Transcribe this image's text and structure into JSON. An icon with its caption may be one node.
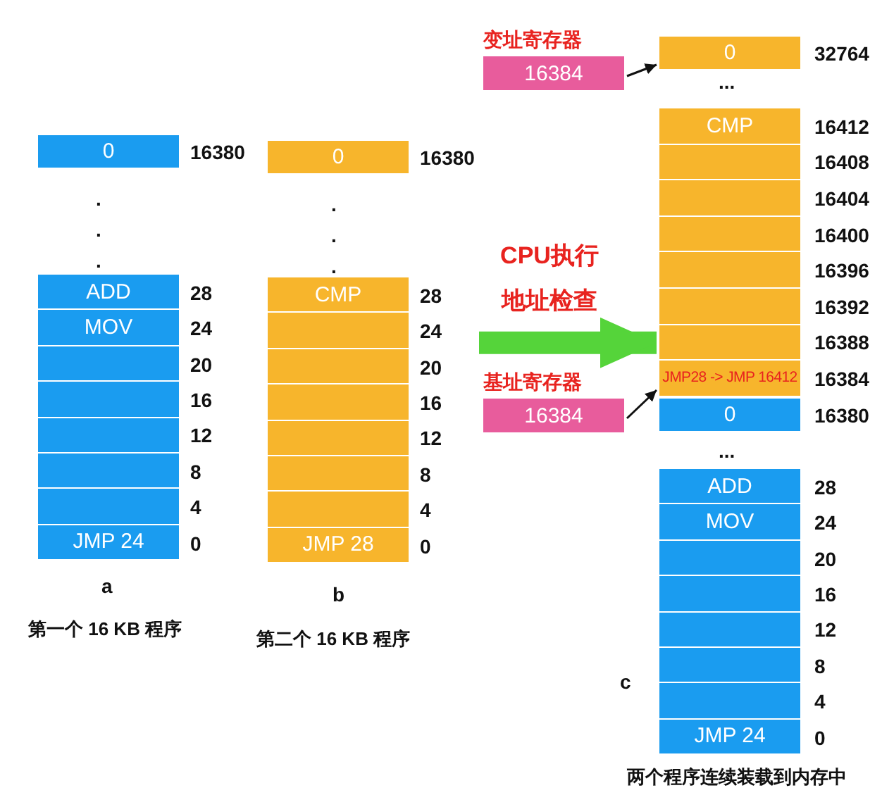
{
  "diagram": {
    "nodes": [
      {
        "text": [
          "0"
        ],
        "beside": [
          "16380"
        ]
      },
      {
        "text": [
          "ADD"
        ],
        "beside": [
          "28"
        ]
      },
      {
        "text": [
          "MOV"
        ],
        "beside": [
          "24"
        ]
      },
      {
        "text": [],
        "shape": "box",
        "beside": [
          "20"
        ]
      },
      {
        "text": [],
        "shape": "box",
        "beside": [
          "16"
        ]
      },
      {
        "text": [],
        "shape": "box",
        "beside": [
          "12"
        ]
      },
      {
        "text": [],
        "shape": "box",
        "beside": [
          "8"
        ]
      },
      {
        "text": [],
        "shape": "box",
        "beside": [
          "4"
        ]
      },
      {
        "text": [
          "JMP 24"
        ],
        "beside": [
          "0"
        ]
      },
      {
        "text": [
          "0"
        ],
        "beside": [
          "16380"
        ]
      },
      {
        "text": [
          "CMP"
        ],
        "beside": [
          "28"
        ]
      },
      {
        "text": [],
        "shape": "box",
        "beside": [
          "24"
        ]
      },
      {
        "text": [],
        "shape": "box",
        "beside": [
          "20"
        ]
      },
      {
        "text": [],
        "shape": "box",
        "beside": [
          "16"
        ]
      },
      {
        "text": [],
        "shape": "box",
        "beside": [
          "12"
        ]
      },
      {
        "text": [],
        "shape": "box",
        "beside": [
          "8"
        ]
      },
      {
        "text": [],
        "shape": "box",
        "beside": [
          "4"
        ]
      },
      {
        "text": [
          "JMP 28"
        ],
        "beside": [
          "0"
        ]
      },
      {
        "text": [
          "变址寄存器",
          "16384"
        ]
      },
      {
        "text": [
          "0"
        ],
        "beside": [
          "32764"
        ]
      },
      {
        "text": [
          "CMP"
        ],
        "beside": [
          "16412"
        ]
      },
      {
        "text": [],
        "shape": "box",
        "beside": [
          "16408"
        ]
      },
      {
        "text": [],
        "shape": "box",
        "beside": [
          "16404"
        ]
      },
      {
        "text": [],
        "shape": "box",
        "beside": [
          "16400"
        ]
      },
      {
        "text": [],
        "shape": "box",
        "beside": [
          "16396"
        ]
      },
      {
        "text": [],
        "shape": "box",
        "beside": [
          "16392"
        ]
      },
      {
        "text": [],
        "shape": "box",
        "beside": [
          "16388"
        ]
      },
      {
        "text": [
          "JMP28 -> JMP 16412"
        ],
        "beside": [
          "16384"
        ]
      },
      {
        "text": [
          "基址寄存器",
          "16384"
        ]
      },
      {
        "text": [
          "0"
        ],
        "beside": [
          "16380"
        ]
      },
      {
        "text": [
          "ADD"
        ],
        "beside": [
          "28"
        ]
      },
      {
        "text": [
          "MOV"
        ],
        "beside": [
          "24"
        ]
      },
      {
        "text": [],
        "shape": "box",
        "beside": [
          "20"
        ]
      },
      {
        "text": [],
        "shape": "box",
        "beside": [
          "16"
        ]
      },
      {
        "text": [],
        "shape": "box",
        "beside": [
          "12"
        ]
      },
      {
        "text": [],
        "shape": "box",
        "beside": [
          "8"
        ]
      },
      {
        "text": [],
        "shape": "box",
        "beside": [
          "4"
        ]
      },
      {
        "text": [
          "JMP 24"
        ],
        "beside": [
          "0"
        ]
      }
    ],
    "edges": [
      {
        "from": 18,
        "to": 19,
        "arrow": "to"
      },
      {
        "from": null,
        "to": 26,
        "arrow": "to",
        "label": "CPU执行地址检查",
        "style": "thick",
        "color": "#55d43a"
      },
      {
        "from": 28,
        "to": 27,
        "arrow": "to"
      }
    ],
    "labels": [
      "...",
      ".",
      ".",
      ".",
      ".",
      ".",
      ".",
      "...",
      "a",
      "b",
      "c",
      "第一个 16 KB 程序",
      "第二个 16 KB 程序",
      "两个程序连续装载到内存中"
    ]
  }
}
